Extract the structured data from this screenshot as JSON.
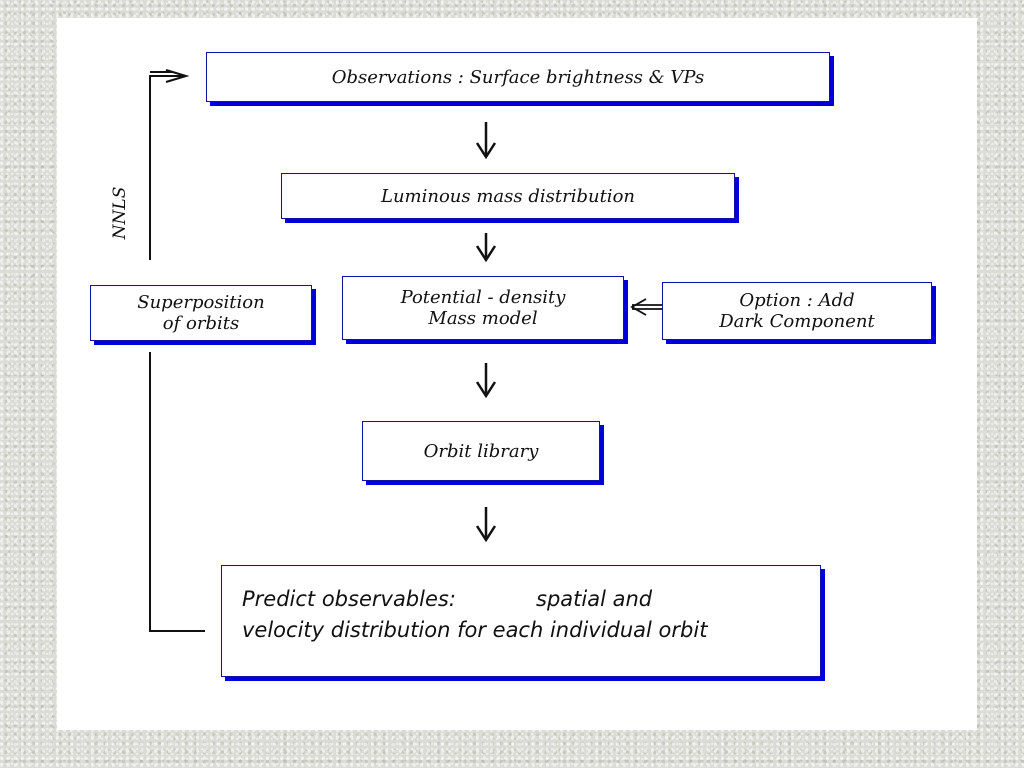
{
  "diagram": {
    "nodes": {
      "observations": "Observations  :  Surface brightness  &  VPs",
      "luminous": "Luminous  mass  distribution",
      "potential": "Potential  -  density\nMass  model",
      "option": "Option  :  Add\nDark  Component",
      "superposition": "Superposition\nof  orbits",
      "orbit_library": "Orbit  library",
      "predict_line1": "Predict observables:            spatial and",
      "predict_line2": "velocity distribution for each individual orbit"
    },
    "edges": [
      {
        "from": "observations",
        "to": "luminous"
      },
      {
        "from": "luminous",
        "to": "potential"
      },
      {
        "from": "option",
        "to": "potential"
      },
      {
        "from": "potential",
        "to": "orbit_library"
      },
      {
        "from": "orbit_library",
        "to": "predict"
      },
      {
        "from": "predict",
        "to": "superposition"
      },
      {
        "from": "superposition",
        "to": "observations",
        "label": "NNLS"
      }
    ],
    "feedback_label": "NNLS",
    "colors": {
      "border": "#1111aa",
      "shadow": "#0000dd",
      "line": "#111111"
    }
  }
}
